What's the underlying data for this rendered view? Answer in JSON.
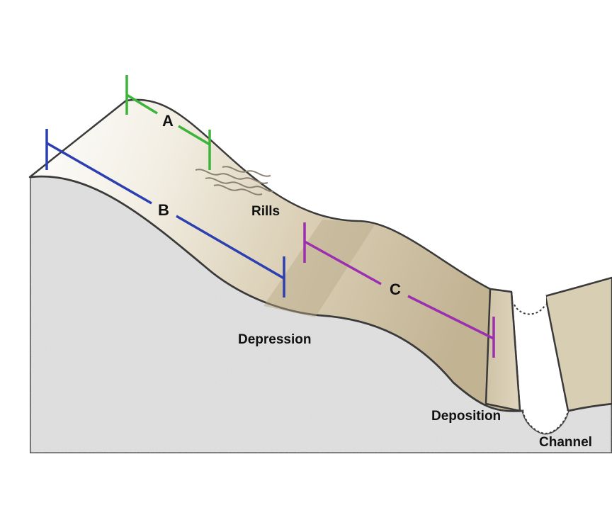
{
  "segments": [
    {
      "label": "A",
      "color": "#3cb43a"
    },
    {
      "label": "B",
      "color": "#2b3fb0"
    },
    {
      "label": "C",
      "color": "#9b2fb0"
    }
  ],
  "features": {
    "rills": "Rills",
    "depression": "Depression",
    "deposition": "Deposition",
    "channel": "Channel"
  },
  "colors": {
    "ground": "#e2e2e2",
    "slope_light": "#f3f0e6",
    "slope_dark": "#c7b99a",
    "outline": "#3a3a3a",
    "rills": "#8a8170"
  }
}
